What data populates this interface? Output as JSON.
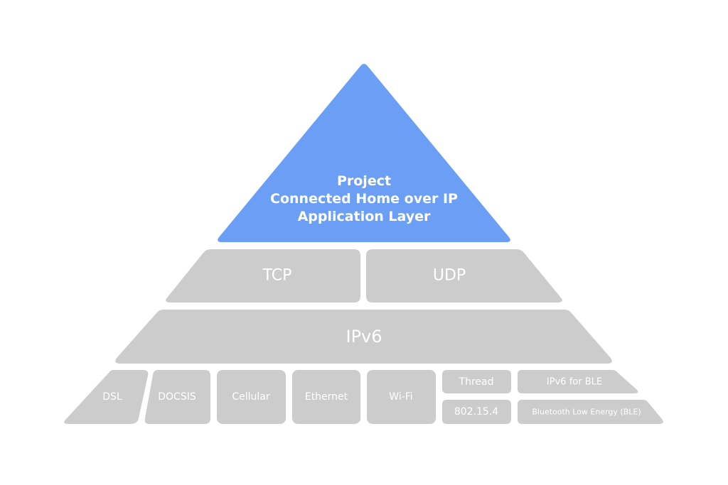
{
  "colors": {
    "apex_fill": "#6b9ef5",
    "layer_fill": "#cccccc",
    "apex_text": "#ffffff",
    "layer_text": "#ffffff",
    "background": "#ffffff"
  },
  "apex": {
    "lines": [
      "Project",
      "Connected Home over IP",
      "Application Layer"
    ]
  },
  "transport": {
    "tcp": "TCP",
    "udp": "UDP"
  },
  "network": {
    "label": "IPv6"
  },
  "link_layer": {
    "dsl": "DSL",
    "docsis": "DOCSIS",
    "cellular": "Cellular",
    "ethernet": "Ethernet",
    "wifi": "Wi-Fi",
    "thread": "Thread",
    "ipv6_ble": "IPv6 for BLE",
    "ieee_802154": "802.15.4",
    "ble": "Bluetooth Low Energy (BLE)"
  }
}
